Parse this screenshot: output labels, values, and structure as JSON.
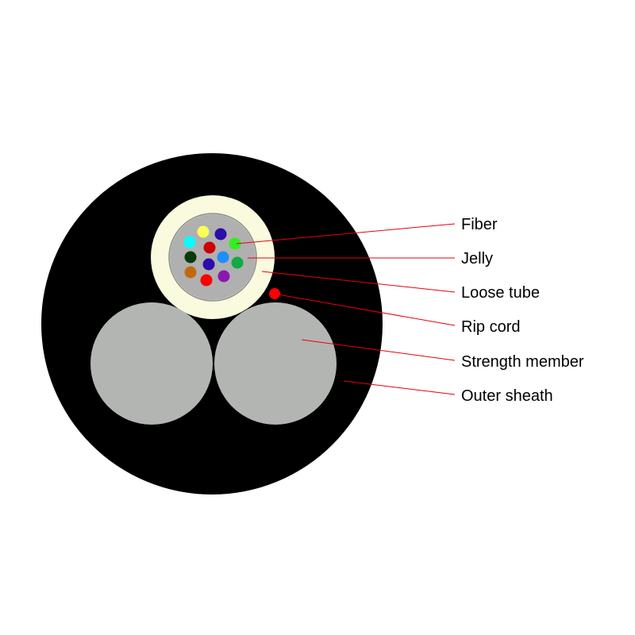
{
  "labels": {
    "fiber": "Fiber",
    "jelly": "Jelly",
    "loose_tube": "Loose tube",
    "rip_cord": "Rip cord",
    "strength_member": "Strength member",
    "outer_sheath": "Outer sheath"
  },
  "colors": {
    "outer_sheath": "#000000",
    "loose_tube": "#fafade",
    "loose_tube_ring": "#8c8c8c",
    "jelly": "#b0b0b0",
    "strength_member": "#b3b5b3",
    "rip_cord": "#ff0000",
    "leader_line": "#e8000d",
    "fibers": [
      "#fdfe56",
      "#2c0caa",
      "#00ffff",
      "#cc0000",
      "#33ee22",
      "#0a3a0a",
      "#2c0caa",
      "#1e8fff",
      "#11aa44",
      "#c06a10",
      "#ff0000",
      "#8a18b0"
    ]
  }
}
